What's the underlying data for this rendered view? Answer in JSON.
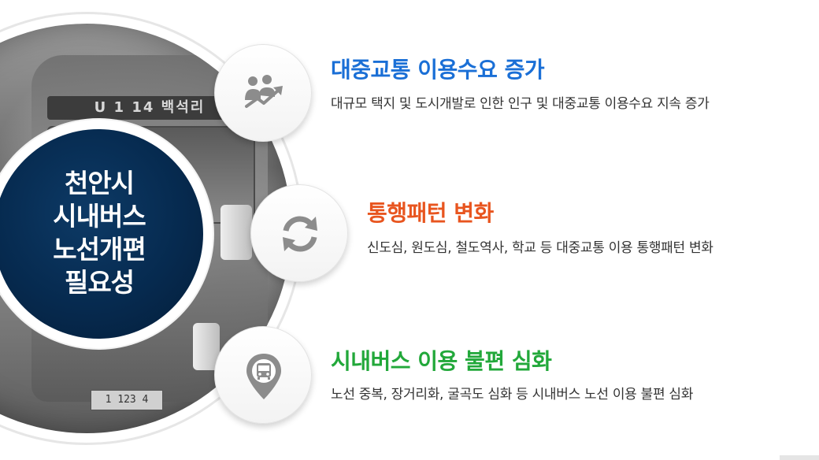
{
  "center": {
    "title_lines": [
      "천안시",
      "시내버스",
      "노선개편",
      "필요성"
    ]
  },
  "photo": {
    "bus_sign_text": "U 1 14 백석리",
    "plate_text": "1 123 4"
  },
  "items": [
    {
      "title": "대중교통 이용수요 증가",
      "description": "대규모 택지 및 도시개발로 인한 인구 및 대중교통 이용수요 지속 증가",
      "title_color": "#1a6fd6",
      "icon": "people-growth-icon"
    },
    {
      "title": "통행패턴 변화",
      "description": "신도심, 원도심, 철도역사, 학교 등 대중교통 이용 통행패턴 변화",
      "title_color": "#e8551f",
      "icon": "refresh-icon"
    },
    {
      "title": "시내버스 이용 불편 심화",
      "description": "노선 중복, 장거리화, 굴곡도 심화 등 시내버스 노선 이용 불편 심화",
      "title_color": "#22a83a",
      "icon": "bus-location-icon"
    }
  ],
  "colors": {
    "navy": "#062a4f",
    "icon_gray": "#8c8c8c"
  }
}
